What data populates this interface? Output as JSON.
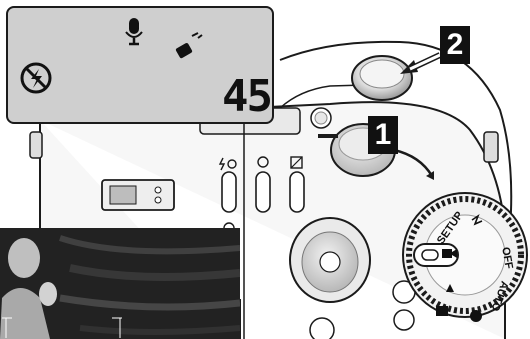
{
  "lcd_panel": {
    "frame_count": "45",
    "icons": [
      "flash-off-icon",
      "microphone-icon",
      "movie-record-icon"
    ]
  },
  "callouts": {
    "step_1": "1",
    "step_2": "2"
  },
  "mode_dial": {
    "labels": [
      "SETUP",
      "OFF",
      "AUTO"
    ]
  },
  "colors": {
    "lcd_background": "#cfcfcf",
    "callout_background": "#111111",
    "body_outline": "#1b1b1b"
  }
}
